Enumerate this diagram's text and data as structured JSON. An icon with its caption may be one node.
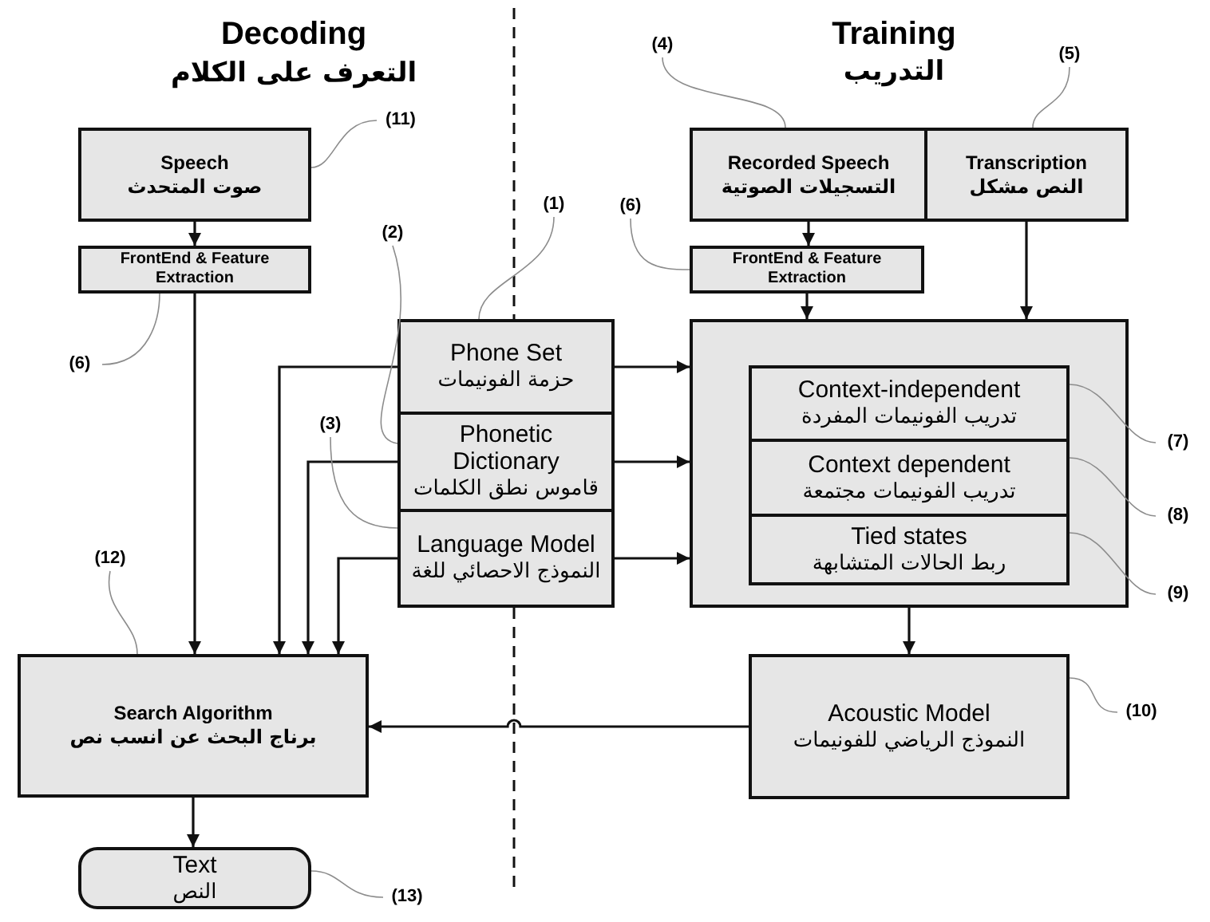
{
  "diagram": {
    "nodes": [
      {
        "text": [
          "Speech",
          "صوت المتحدث"
        ]
      },
      {
        "text": [
          "FrontEnd & Feature Extraction"
        ]
      },
      {
        "text": [
          "Phone Set",
          "حزمة الفونيمات"
        ]
      },
      {
        "text": [
          "Phonetic Dictionary",
          "قاموس نطق الكلمات"
        ]
      },
      {
        "text": [
          "Language Model",
          "النموذج الاحصائي للغة"
        ]
      },
      {
        "text": [
          "Recorded Speech",
          "التسجيلات الصوتية"
        ]
      },
      {
        "text": [
          "Transcription",
          "النص مشكل"
        ]
      },
      {
        "text": [
          "FrontEnd & Feature Extraction"
        ]
      },
      {
        "text": [],
        "shape": "box"
      },
      {
        "text": [
          "Context-independent",
          "تدريب الفونيمات المفردة"
        ],
        "in": 8
      },
      {
        "text": [
          "Context dependent",
          "تدريب الفونيمات مجتمعة"
        ],
        "in": 8
      },
      {
        "text": [
          "Tied states",
          "ربط الحالات المتشابهة"
        ],
        "in": 8
      },
      {
        "text": [
          "Search Algorithm",
          "برناج البحث عن انسب نص"
        ]
      },
      {
        "text": [
          "Acoustic Model",
          "النموذج الرياضي للفونيمات"
        ]
      },
      {
        "text": [
          "Text",
          "النص"
        ]
      },
      {
        "text": [
          "(11)"
        ]
      },
      {
        "text": [
          "(6)"
        ]
      },
      {
        "text": [
          "(1)"
        ]
      },
      {
        "text": [
          "(2)"
        ]
      },
      {
        "text": [
          "(3)"
        ]
      },
      {
        "text": [
          "(12)"
        ]
      },
      {
        "text": [
          "(13)"
        ]
      },
      {
        "text": [
          "(4)"
        ]
      },
      {
        "text": [
          "(5)"
        ]
      },
      {
        "text": [
          "(6)"
        ]
      },
      {
        "text": [
          "(7)"
        ]
      },
      {
        "text": [
          "(8)"
        ]
      },
      {
        "text": [
          "(9)"
        ]
      },
      {
        "text": [
          "(10)"
        ]
      }
    ],
    "edges": [
      {
        "from": 0,
        "to": 1,
        "arrow": "to"
      },
      {
        "from": 1,
        "to": 12,
        "arrow": "to"
      },
      {
        "from": 2,
        "to": 12,
        "arrow": "to"
      },
      {
        "from": 3,
        "to": 12,
        "arrow": "to"
      },
      {
        "from": 4,
        "to": 12,
        "arrow": "to"
      },
      {
        "from": 2,
        "to": 8,
        "arrow": "to"
      },
      {
        "from": 3,
        "to": 8,
        "arrow": "to"
      },
      {
        "from": 4,
        "to": 8,
        "arrow": "to"
      },
      {
        "from": 5,
        "to": 7,
        "arrow": "to"
      },
      {
        "from": 7,
        "to": 8,
        "arrow": "to"
      },
      {
        "from": 6,
        "to": 8,
        "arrow": "to"
      },
      {
        "from": 8,
        "to": 13,
        "arrow": "to"
      },
      {
        "from": 13,
        "to": 12,
        "arrow": "to"
      },
      {
        "from": 12,
        "to": 14,
        "arrow": "to"
      },
      {
        "from": 15,
        "to": 0,
        "arrow": "none",
        "color": "#8c8c8c"
      },
      {
        "from": 16,
        "to": 1,
        "arrow": "none",
        "color": "#8c8c8c"
      },
      {
        "from": 17,
        "to": 2,
        "arrow": "none",
        "color": "#8c8c8c"
      },
      {
        "from": 18,
        "to": 3,
        "arrow": "none",
        "color": "#8c8c8c"
      },
      {
        "from": 19,
        "to": 4,
        "arrow": "none",
        "color": "#8c8c8c"
      },
      {
        "from": 20,
        "to": 12,
        "arrow": "none",
        "color": "#8c8c8c"
      },
      {
        "from": 21,
        "to": 14,
        "arrow": "none",
        "color": "#8c8c8c"
      },
      {
        "from": 22,
        "to": 5,
        "arrow": "none",
        "color": "#8c8c8c"
      },
      {
        "from": 23,
        "to": 6,
        "arrow": "none",
        "color": "#8c8c8c"
      },
      {
        "from": 24,
        "to": 7,
        "arrow": "none",
        "color": "#8c8c8c"
      },
      {
        "from": 25,
        "to": 9,
        "arrow": "none",
        "color": "#8c8c8c"
      },
      {
        "from": 26,
        "to": 10,
        "arrow": "none",
        "color": "#8c8c8c"
      },
      {
        "from": 27,
        "to": 11,
        "arrow": "none",
        "color": "#8c8c8c"
      },
      {
        "from": 28,
        "to": 13,
        "arrow": "none",
        "color": "#8c8c8c"
      }
    ],
    "labels": [
      "Decoding",
      "التعرف على الكلام",
      "Training",
      "التدريب"
    ]
  }
}
